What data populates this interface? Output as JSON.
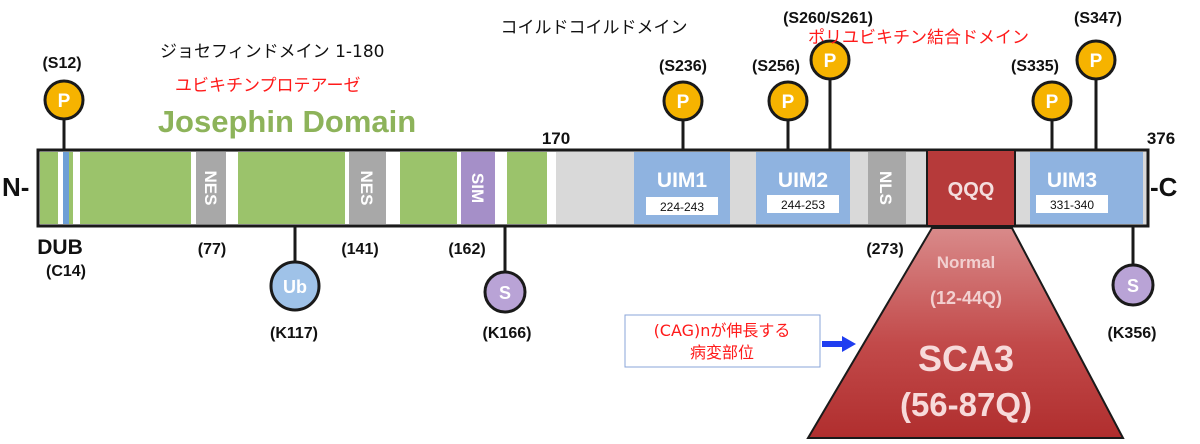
{
  "colors": {
    "josephin_green": "#9bc36b",
    "josephin_text": "#8db35a",
    "gray_segment": "#d9d9d9",
    "nes_gray": "#a8a8a8",
    "uim_blue": "#8fb3e0",
    "sim_purple": "#a58fc8",
    "qqq_red": "#b63a3a",
    "phospho_yellow": "#f6b300",
    "ub_blue": "#9fc2e8",
    "sumo_purple": "#b9a3d6",
    "annotation_red": "#ff1a1a",
    "arrow_blue": "#1f3df0"
  },
  "annotations": {
    "coiled_coil_jp": "コイルドコイルドメイン",
    "josephin_jp": "ジョセフィンドメイン 1-180",
    "dub_jp": "ユビキチンプロテアーゼ",
    "josephin_en": "Josephin Domain",
    "polyub_jp": "ポリユビキチン結合ドメイン",
    "cag_box_line1": "(CAG)nが伸長する",
    "cag_box_line2": "病変部位"
  },
  "termini": {
    "n": "N-",
    "c": "-C",
    "pos_170": "170",
    "pos_376": "376"
  },
  "domains": {
    "nes": "NES",
    "sim": "SIM",
    "uim1": "UIM1",
    "uim1_range": "224-243",
    "uim2": "UIM2",
    "uim2_range": "244-253",
    "nls": "NLS",
    "qqq": "QQQ",
    "uim3": "UIM3",
    "uim3_range": "331-340"
  },
  "phospho_sites": {
    "symbol": "P",
    "s12": "(S12)",
    "s236": "(S236)",
    "s256": "(S256)",
    "s260_261": "(S260/S261)",
    "s335": "(S335)",
    "s347": "(S347)"
  },
  "below_labels": {
    "dub": "DUB",
    "c14": "(C14)",
    "p77": "(77)",
    "p141": "(141)",
    "p162": "(162)",
    "p273": "(273)"
  },
  "modifications": {
    "ub_symbol": "Ub",
    "k117": "(K117)",
    "sumo_symbol": "S",
    "k166": "(K166)",
    "k356": "(K356)"
  },
  "polyq": {
    "normal": "Normal",
    "normal_range": "(12-44Q)",
    "disease": "SCA3",
    "disease_range": "(56-87Q)"
  }
}
